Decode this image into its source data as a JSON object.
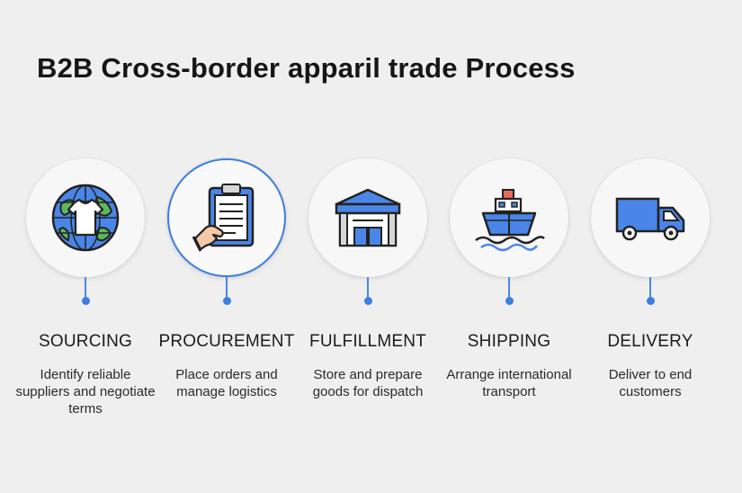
{
  "title": "B2B Cross-border apparil trade Process",
  "colors": {
    "accent": "#3d7fe0",
    "icon_blue": "#4a86e8",
    "icon_green": "#5cb85c",
    "outline": "#222222",
    "background": "#efefef"
  },
  "steps": [
    {
      "title": "SOURCING",
      "description": "Identify reliable suppliers and negotiate terms",
      "icon": "globe-shirt-icon",
      "active": false
    },
    {
      "title": "PROCUREMENT",
      "description": "Place orders and manage logistics",
      "icon": "clipboard-hand-icon",
      "active": true
    },
    {
      "title": "FULFILLMENT",
      "description": "Store and prepare goods for dispatch",
      "icon": "warehouse-icon",
      "active": false
    },
    {
      "title": "SHIPPING",
      "description": "Arrange international transport",
      "icon": "cargo-ship-icon",
      "active": false
    },
    {
      "title": "DELIVERY",
      "description": "Deliver to end customers",
      "icon": "delivery-truck-icon",
      "active": false
    }
  ]
}
